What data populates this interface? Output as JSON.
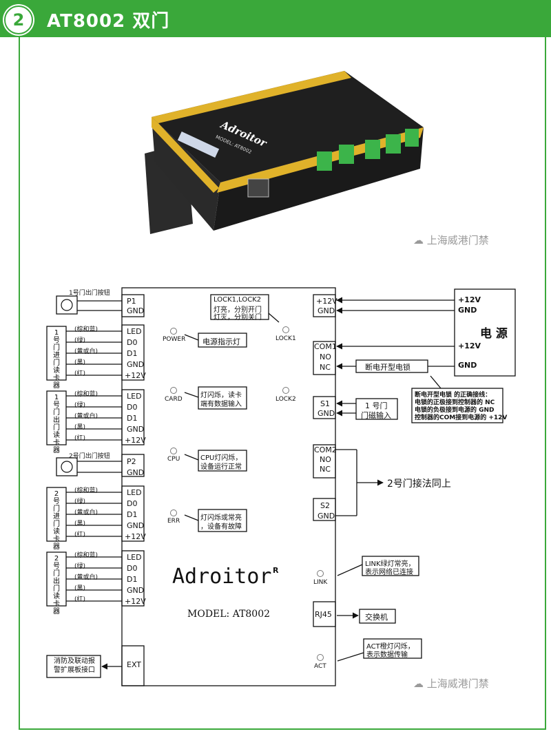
{
  "header": {
    "number": "2",
    "title": "AT8002 双门"
  },
  "watermark": "上海威港门禁",
  "device_photo": {
    "brand": "Adroitor",
    "model_label": "MODEL: AT8002"
  },
  "controller": {
    "brand": "Adroitor",
    "model": "MODEL: AT8002",
    "registered": "R"
  },
  "left_terminals": {
    "p1": [
      "P1",
      "GND"
    ],
    "reader1_in": [
      "LED",
      "D0",
      "D1",
      "GND",
      "+12V"
    ],
    "reader1_out": [
      "LED",
      "D0",
      "D1",
      "GND",
      "+12V"
    ],
    "p2": [
      "P2",
      "GND"
    ],
    "reader2_in": [
      "LED",
      "D0",
      "D1",
      "GND",
      "+12V"
    ],
    "reader2_out": [
      "LED",
      "D0",
      "D1",
      "GND",
      "+12V"
    ],
    "ext": "EXT"
  },
  "right_terminals": {
    "power": [
      "+12V",
      "GND"
    ],
    "lock": [
      "COM1",
      "NO",
      "NC"
    ],
    "sensor1": [
      "S1",
      "GND"
    ],
    "lock2": [
      "COM2",
      "NO",
      "NC"
    ],
    "sensor2": [
      "S2",
      "GND"
    ],
    "rj45": "RJ45"
  },
  "leds": {
    "power": "POWER",
    "card": "CARD",
    "cpu": "CPU",
    "err": "ERR",
    "lock1": "LOCK1",
    "lock2": "LOCK2",
    "link": "LINK",
    "act": "ACT"
  },
  "wire_colors": [
    "(棕和蓝)",
    "(绿)",
    "(黄或白)",
    "(黑)",
    "(红)"
  ],
  "labels": {
    "exit_btn1": "1号门出门按钮",
    "exit_btn2": "2号门出门按钮",
    "reader1_in": "1号门进门读卡器",
    "reader1_out": "1号门出门读卡器",
    "reader2_in": "2号门进门读卡器",
    "reader2_out": "2号门出门读卡器",
    "fire": "消防及联动报警扩展板接口",
    "lock_note_1": "LOCK1,LOCK2",
    "lock_note_2": "灯亮，分别开门",
    "lock_note_3": "灯灭，分别关门",
    "power_note": "电源指示灯",
    "card_note_1": "灯闪烁，读卡",
    "card_note_2": "端有数据输入",
    "cpu_note_1": "CPU灯闪烁，",
    "cpu_note_2": "设备运行正常",
    "err_note_1": "灯闪烁或常亮",
    "err_note_2": "，设备有故障",
    "psu_title": "电 源",
    "psu_12v_a": "+12V",
    "psu_gnd_a": "GND",
    "psu_12v_b": "+12V",
    "psu_gnd_b": "GND",
    "elock": "断电开型电锁",
    "wiring_title": "断电开型电锁 的正确接线：",
    "wiring_1": "电锁的正极接到控制器的 NC",
    "wiring_2": "电锁的负极接到电源的 GND",
    "wiring_3": "控制器的COM接到电源的 +12V",
    "door_sensor_1": "1 号门",
    "door_sensor_2": "门磁输入",
    "door2_same": "2号门接法同上",
    "link_note_1": "LINK绿灯常亮，",
    "link_note_2": "表示网络已连接",
    "switch": "交换机",
    "act_note_1": "ACT橙灯闪烁，",
    "act_note_2": "表示数据传输"
  }
}
